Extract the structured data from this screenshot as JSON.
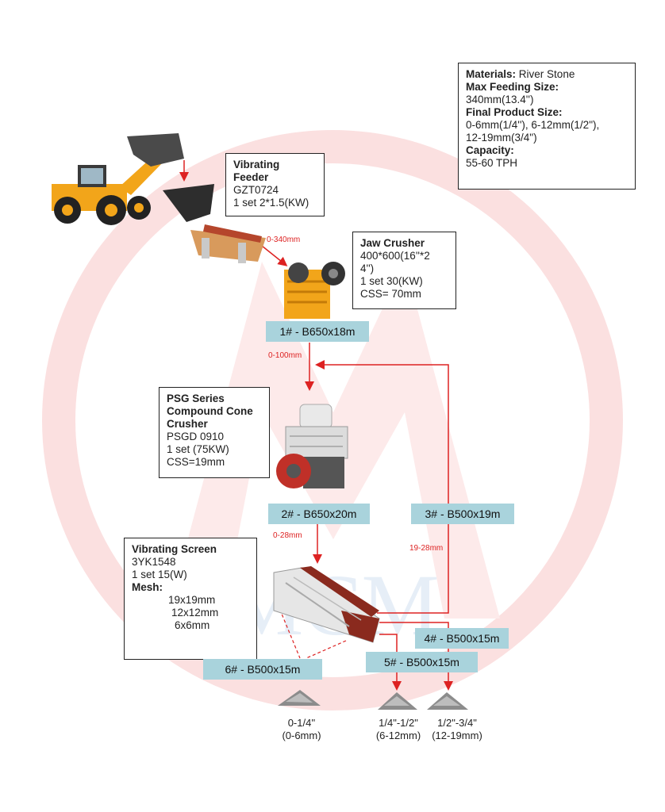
{
  "materials_box": {
    "materials_label": "Materials:",
    "materials_value": "River Stone",
    "max_feed_label": "Max Feeding Size:",
    "max_feed_value": "340mm(13.4'')",
    "final_size_label": "Final Product Size:",
    "final_size_line1": "0-6mm(1/4''), 6-12mm(1/2\"),",
    "final_size_line2": "12-19mm(3/4\")",
    "capacity_label": "Capacity:",
    "capacity_value": "55-60 TPH"
  },
  "feeder": {
    "title1": "Vibrating",
    "title2": "Feeder",
    "model": "GZT0724",
    "spec": "1 set 2*1.5(KW)"
  },
  "jaw": {
    "title": "Jaw Crusher",
    "model1": "400*600(16''*2",
    "model2": "4'')",
    "spec": "1 set 30(KW)",
    "css": "CSS= 70mm"
  },
  "cone": {
    "title1": "PSG Series",
    "title2": "Compound Cone",
    "title3": "Crusher",
    "model": "PSGD 0910",
    "spec": "1 set  (75KW)",
    "css": "CSS=19mm"
  },
  "screen": {
    "title": "Vibrating Screen",
    "model": "3YK1548",
    "spec": "1 set  15(W)",
    "mesh_label": "Mesh:",
    "mesh1": "19x19mm",
    "mesh2": "12x12mm",
    "mesh3": "6x6mm"
  },
  "conveyors": {
    "c1": "1# - B650x18m",
    "c2": "2# - B650x20m",
    "c3": "3# - B500x19m",
    "c4": "4# - B500x15m",
    "c5": "5# - B500x15m",
    "c6": "6# - B500x15m"
  },
  "sizes": {
    "s1": "0-340mm",
    "s2": "0-100mm",
    "s3": "0-28mm",
    "s4": "19-28mm"
  },
  "products": {
    "p1_line1": "0-1/4''",
    "p1_line2": "(0-6mm)",
    "p2_line1": "1/4\"-1/2\"",
    "p2_line2": "(6-12mm)",
    "p3_line1": "1/2\"-3/4\"",
    "p3_line2": "(12-19mm)"
  },
  "watermark": "MCM",
  "colors": {
    "arrow": "#dd2222",
    "conveyor_bg": "#a9d3dc",
    "machine_yellow": "#f2a51a",
    "watermark": "#f7c9c9"
  }
}
